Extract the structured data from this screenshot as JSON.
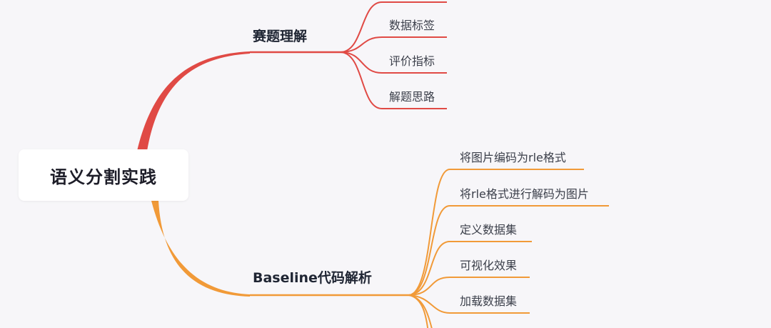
{
  "root": {
    "label": "语义分割实践"
  },
  "branches": [
    {
      "label": "赛题理解",
      "color": "#e04a45",
      "leaves": [
        "数据标签",
        "评价指标",
        "解题思路"
      ]
    },
    {
      "label": "Baseline代码解析",
      "color": "#f19a38",
      "leaves": [
        "将图片编码为rle格式",
        "将rle格式进行解码为图片",
        "定义数据集",
        "可视化效果",
        "加载数据集"
      ]
    }
  ]
}
